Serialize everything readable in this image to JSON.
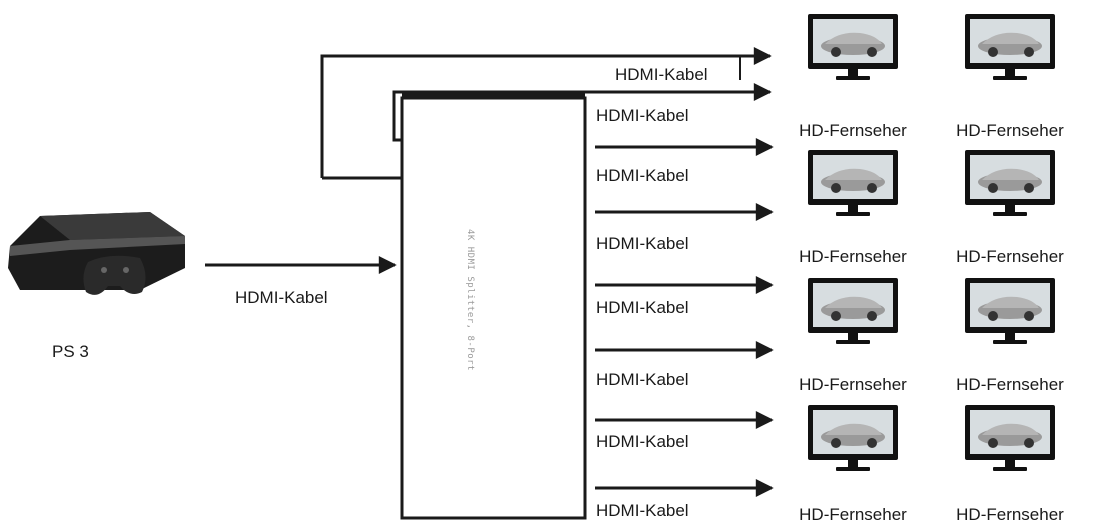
{
  "source": {
    "label": "PS 3",
    "icon": "game-console-icon"
  },
  "input_cable": {
    "label": "HDMI-Kabel"
  },
  "splitter": {
    "label": "4K HDMI Splitter, 8-Port"
  },
  "outputs": [
    {
      "cable_label": "HDMI-Kabel"
    },
    {
      "cable_label": "HDMI-Kabel"
    },
    {
      "cable_label": "HDMI-Kabel"
    },
    {
      "cable_label": "HDMI-Kabel"
    },
    {
      "cable_label": "HDMI-Kabel"
    },
    {
      "cable_label": "HDMI-Kabel"
    },
    {
      "cable_label": "HDMI-Kabel"
    },
    {
      "cable_label": "HDMI-Kabel"
    }
  ],
  "displays": [
    {
      "label": "HD-Fernseher",
      "icon": "tv-icon"
    },
    {
      "label": "HD-Fernseher",
      "icon": "tv-icon"
    },
    {
      "label": "HD-Fernseher",
      "icon": "tv-icon"
    },
    {
      "label": "HD-Fernseher",
      "icon": "tv-icon"
    },
    {
      "label": "HD-Fernseher",
      "icon": "tv-icon"
    },
    {
      "label": "HD-Fernseher",
      "icon": "tv-icon"
    },
    {
      "label": "HD-Fernseher",
      "icon": "tv-icon"
    },
    {
      "label": "HD-Fernseher",
      "icon": "tv-icon"
    }
  ],
  "colors": {
    "line": "#1a1a1a",
    "tv_bezel": "#111111",
    "screen": "#cfd8dc",
    "car": "#8a8a8a"
  }
}
